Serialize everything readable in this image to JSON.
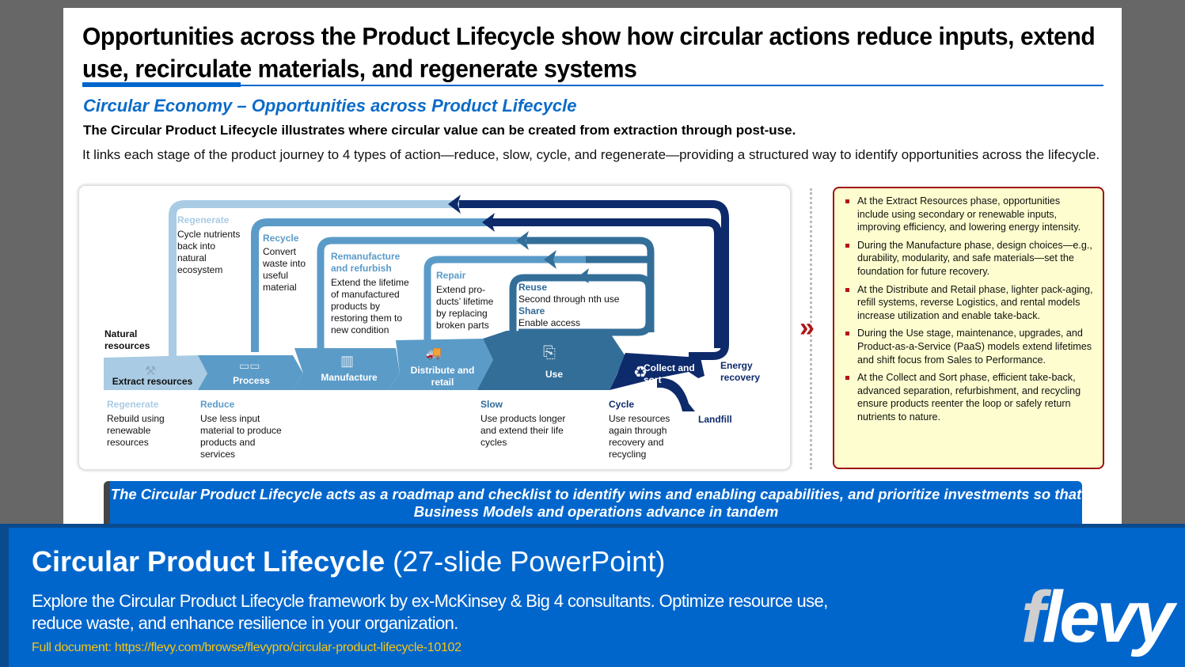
{
  "slide": {
    "title": "Opportunities across the Product Lifecycle show how circular actions reduce inputs, extend use, recirculate materials, and regenerate systems",
    "subtitle": "Circular Economy – Opportunities across Product Lifecycle",
    "lead": "The Circular Product Lifecycle illustrates where circular value can be created from extraction through post-use.",
    "description": "It links each stage of the product journey to 4 types of action—reduce, slow, cycle, and regenerate—providing a structured way to identify opportunities across the lifecycle."
  },
  "diagram": {
    "natural_resources": "Natural resources",
    "loops": [
      {
        "heading": "Regenerate",
        "text": "Cycle nutrients back into natural ecosystem"
      },
      {
        "heading": "Recycle",
        "text": "Convert waste into useful material"
      },
      {
        "heading": "Remanufacture and refurbish",
        "text": "Extend the lifetime of manufactured products by restoring them to new condition"
      },
      {
        "heading": "Repair",
        "text": "Extend pro-ducts’ lifetime by replacing broken parts"
      },
      {
        "heading": "Reuse",
        "text": "Second through nth use"
      },
      {
        "heading": "Share",
        "text": "Enable access"
      }
    ],
    "stages": [
      "Extract resources",
      "Process",
      "Manufacture",
      "Distribute and retail",
      "Use",
      "Collect and sort"
    ],
    "outputs": {
      "energy": "Energy recovery",
      "landfill": "Landfill"
    },
    "actions": [
      {
        "heading": "Regenerate",
        "text": "Rebuild using renewable resources"
      },
      {
        "heading": "Reduce",
        "text": "Use less input material to produce products and services"
      },
      {
        "heading": "Slow",
        "text": "Use products longer and extend their life cycles"
      },
      {
        "heading": "Cycle",
        "text": "Use resources again through recovery and recycling"
      }
    ]
  },
  "notes": [
    "At the Extract Resources phase, opportunities include using secondary or renewable inputs, improving efficiency, and lowering energy intensity.",
    "During the Manufacture phase, design choices—e.g., durability, modularity, and safe materials—set the foundation for future recovery.",
    "At the Distribute and Retail phase, lighter pack-aging, refill systems, reverse Logistics, and rental models increase utilization and enable take-back.",
    "During the Use stage, maintenance, upgrades, and Product-as-a-Service (PaaS) models extend lifetimes and shift focus from Sales to Performance.",
    "At the Collect and Sort phase, efficient take-back, advanced separation, refurbishment, and recycling ensure products reenter the loop or safely return nutrients to nature."
  ],
  "callout": "The Circular Product Lifecycle acts as a roadmap and checklist to identify wins and enabling capabilities, and prioritize investments so that Business Models and operations advance in tandem",
  "banner": {
    "title_bold": "Circular Product Lifecycle",
    "title_rest": "(27-slide PowerPoint)",
    "description": "Explore the Circular Product Lifecycle framework by ex-McKinsey & Big 4 consultants. Optimize resource use, reduce waste, and enhance resilience in your organization.",
    "link": "Full document: https://flevy.com/browse/flevypro/circular-product-lifecycle-10102",
    "logo": "flevy"
  },
  "colors": {
    "accent": "#0066cc",
    "light": "#a9cbe3",
    "mid": "#5b9bc8",
    "dark": "#336e98",
    "navy": "#0d2a6b",
    "notes_border": "#a01010"
  }
}
